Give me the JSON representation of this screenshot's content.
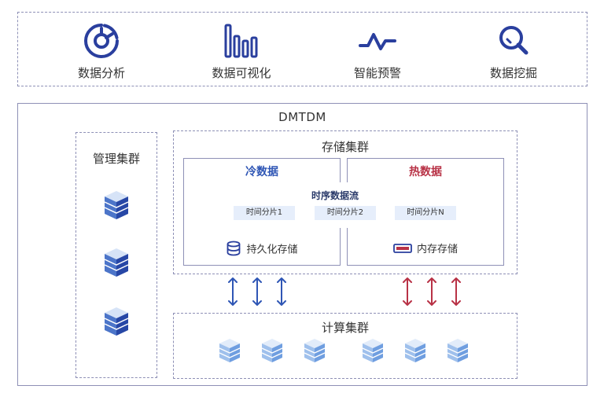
{
  "capabilities": [
    {
      "label": "数据分析",
      "icon": "pie-chart-icon"
    },
    {
      "label": "数据可视化",
      "icon": "bar-chart-icon"
    },
    {
      "label": "智能预警",
      "icon": "pulse-wave-icon"
    },
    {
      "label": "数据挖掘",
      "icon": "magnifier-icon"
    }
  ],
  "system": {
    "name": "DMTDM",
    "management": {
      "title": "管理集群"
    },
    "storage": {
      "title": "存储集群",
      "cold": {
        "title": "冷数据",
        "footer": "持久化存储"
      },
      "hot": {
        "title": "热数据",
        "footer": "内存存储"
      },
      "timeseries": {
        "title": "时序数据流",
        "slices": [
          "时间分片1",
          "时间分片2",
          "时间分片N"
        ]
      }
    },
    "compute": {
      "title": "计算集群"
    }
  },
  "colors": {
    "blue": "#2f56b5",
    "red": "#b83246",
    "border": "#8e90b6",
    "icon": "#2a3f9e"
  }
}
